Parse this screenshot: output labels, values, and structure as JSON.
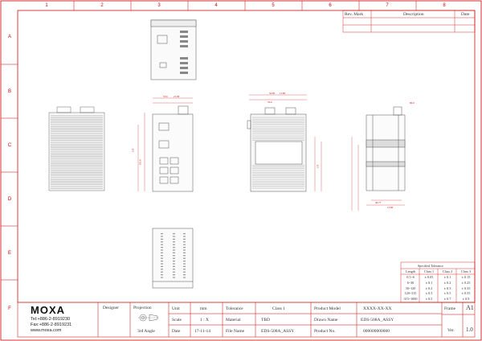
{
  "frame": {
    "col_labels": [
      "1",
      "2",
      "3",
      "4",
      "5",
      "6",
      "7",
      "8"
    ],
    "row_labels": [
      "A",
      "B",
      "C",
      "D",
      "E",
      "F"
    ]
  },
  "revision_block": {
    "headers": [
      "Rev. Mark",
      "Description",
      "Date"
    ]
  },
  "tolerance_table": {
    "title": "Specified Tolerance",
    "columns": [
      "Length",
      "Class 1",
      "Class 2",
      "Class 3"
    ],
    "rows": [
      [
        "0.5~6",
        "± 0.05",
        "± 0.1",
        "± 0.15"
      ],
      [
        "6~30",
        "± 0.1",
        "± 0.2",
        "± 0.25"
      ],
      [
        "30~120",
        "± 0.2",
        "± 0.3",
        "± 0.35"
      ],
      [
        "120~315",
        "± 0.3",
        "± 0.5",
        "± 0.55"
      ],
      [
        "315~1000",
        "± 0.5",
        "± 0.7",
        "± 0.9"
      ]
    ]
  },
  "title_block": {
    "company_logo": "MOXA",
    "tel": "Tel:+886-2-8919230",
    "fax": "Fax:+886-2-8919231",
    "web": "www.moxa.com",
    "designer_label": "Designer",
    "projection_label": "Projection",
    "projection_value": "3rd Angle",
    "unit_label": "Unit",
    "unit_value": "mm",
    "scale_label": "Scale",
    "scale_value": "1 : X",
    "date_label": "Date",
    "date_value": "17-11-14",
    "tolerance_label": "Tolerance",
    "tolerance_value": "Class 1",
    "material_label": "Material",
    "material_value": "TBD",
    "file_name_label": "File Name",
    "file_name_value": "EDS-508A_ASSY",
    "product_model_label": "Product Model",
    "product_model_value": "XXXX-XX-XX",
    "drawn_name_label": "Drawn Name",
    "drawn_name_value": "EDS-508A_ASSY",
    "product_no_label": "Product No.",
    "product_no_value": "000000000000",
    "frame_label": "Frame",
    "frame_value": "A1",
    "ver_label": "Ver.",
    "ver_value": "1.0"
  },
  "dimensions": {
    "top_view_width": "80.0",
    "front_w1": "53.6",
    "front_w2": "21.90",
    "front_h1": "135",
    "front_h2": "118.8",
    "back_w1": "52.85",
    "back_w2": "13.80",
    "side_w1": "53.6",
    "side_w2": "21.90",
    "side_h": "135",
    "rail_w1": "46.77",
    "rail_w2": "13.90"
  }
}
